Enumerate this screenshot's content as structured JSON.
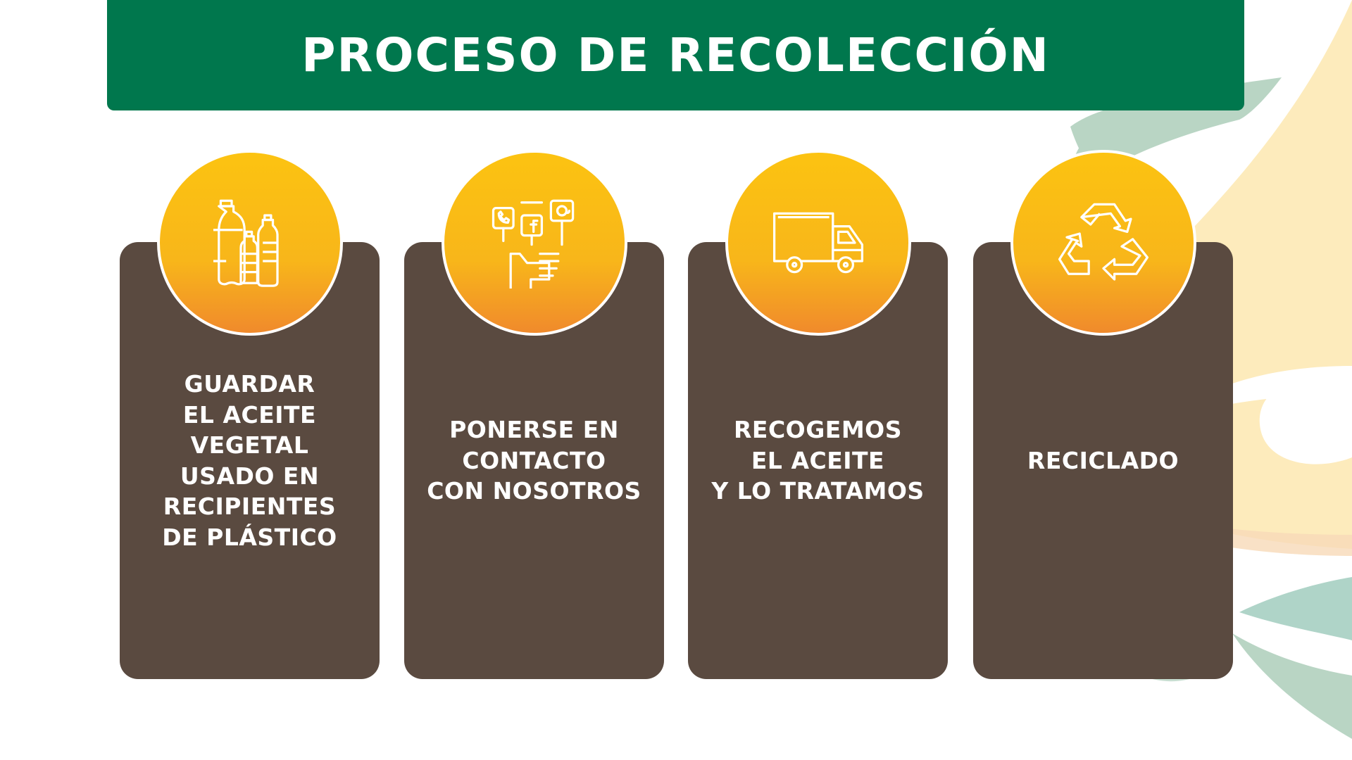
{
  "title": "PROCESO DE RECOLECCIÓN",
  "steps": [
    {
      "icon": "bottles-icon",
      "lines": [
        "GUARDAR",
        "EL ACEITE",
        "VEGETAL",
        "USADO EN",
        "RECIPIENTES",
        "DE PLÁSTICO"
      ]
    },
    {
      "icon": "contact-hand-icon",
      "lines": [
        "PONERSE EN",
        "CONTACTO",
        "CON NOSOTROS"
      ]
    },
    {
      "icon": "truck-icon",
      "lines": [
        "RECOGEMOS",
        "EL ACEITE",
        "Y LO TRATAMOS"
      ]
    },
    {
      "icon": "recycle-icon",
      "lines": [
        "RECICLADO"
      ]
    }
  ],
  "colors": {
    "banner": "#00774d",
    "card": "#5a4a40",
    "circle_top": "#fcc311",
    "circle_bottom": "#f08a2c"
  }
}
